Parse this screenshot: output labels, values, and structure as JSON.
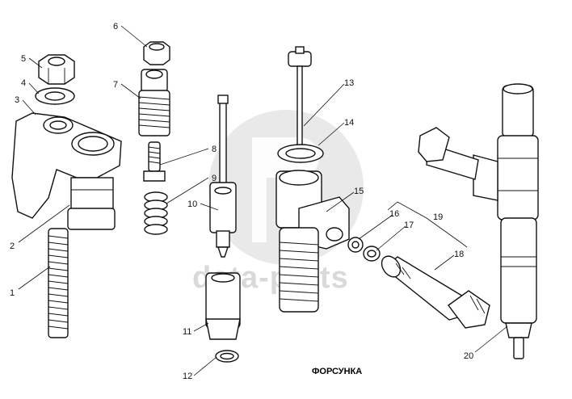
{
  "caption": "ФОРСУНКА",
  "watermark": "data-parts",
  "callouts": [
    "1",
    "2",
    "3",
    "4",
    "5",
    "6",
    "7",
    "8",
    "9",
    "10",
    "11",
    "12",
    "13",
    "14",
    "15",
    "16",
    "17",
    "18",
    "19",
    "20"
  ]
}
